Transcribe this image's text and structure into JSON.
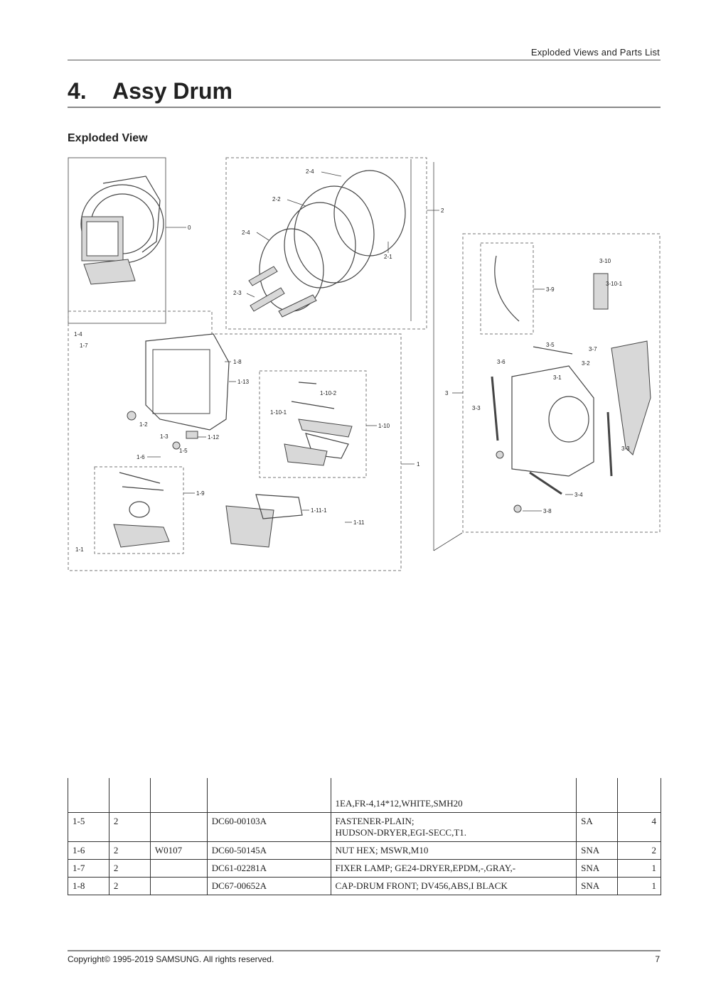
{
  "header": {
    "section": "Exploded Views and Parts List"
  },
  "title": {
    "number": "4.",
    "text": "Assy Drum"
  },
  "subtitle": "Exploded View",
  "diagram": {
    "labels": [
      "0",
      "2",
      "2-4",
      "2-2",
      "2-4",
      "2-1",
      "2-3",
      "1-4",
      "1-7",
      "1-8",
      "1-13",
      "1-2",
      "1-3",
      "1-12",
      "1-5",
      "1-6",
      "1-10-2",
      "1-10-1",
      "1-10",
      "1",
      "1-9",
      "1-11-1",
      "1-11",
      "1-1",
      "3",
      "3-9",
      "3-10",
      "3-10-1",
      "3-5",
      "3-7",
      "3-6",
      "3-2",
      "3-1",
      "3-3",
      "3-3",
      "3-4",
      "3-8"
    ]
  },
  "table": {
    "rows": [
      {
        "no": "",
        "level": "",
        "code": "",
        "part": "",
        "desc": "1EA,FR-4,14*12,WHITE,SMH20",
        "status": "",
        "qty": ""
      },
      {
        "no": "1-5",
        "level": "2",
        "code": "",
        "part": "DC60-00103A",
        "desc": "FASTENER-PLAIN;",
        "desc2": "HUDSON-DRYER,EGI-SECC,T1.",
        "status": "SA",
        "qty": "4"
      },
      {
        "no": "1-6",
        "level": "2",
        "code": "W0107",
        "part": "DC60-50145A",
        "desc": "NUT HEX; MSWR,M10",
        "status": "SNA",
        "qty": "2"
      },
      {
        "no": "1-7",
        "level": "2",
        "code": "",
        "part": "DC61-02281A",
        "desc": "FIXER LAMP; GE24-DRYER,EPDM,-,GRAY,-",
        "status": "SNA",
        "qty": "1"
      },
      {
        "no": "1-8",
        "level": "2",
        "code": "",
        "part": "DC67-00652A",
        "desc": "CAP-DRUM FRONT; DV456,ABS,I BLACK",
        "status": "SNA",
        "qty": "1"
      }
    ]
  },
  "footer": {
    "copyright": "Copyright© 1995-2019 SAMSUNG. All rights reserved.",
    "page": "7"
  }
}
